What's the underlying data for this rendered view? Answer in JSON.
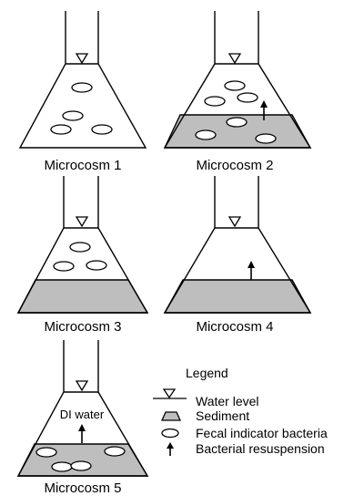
{
  "colors": {
    "line": "#000000",
    "sediment": "#bebebe",
    "background": "#ffffff"
  },
  "microcosms": [
    {
      "caption": "Microcosm 1",
      "sediment": false,
      "bacteria": "water",
      "resuspension": false,
      "inner_label": ""
    },
    {
      "caption": "Microcosm 2",
      "sediment": true,
      "bacteria": "water-and-sediment",
      "resuspension": true,
      "inner_label": ""
    },
    {
      "caption": "Microcosm 3",
      "sediment": true,
      "bacteria": "water",
      "resuspension": false,
      "inner_label": ""
    },
    {
      "caption": "Microcosm 4",
      "sediment": true,
      "bacteria": "none",
      "resuspension": true,
      "inner_label": ""
    },
    {
      "caption": "Microcosm 5",
      "sediment": true,
      "bacteria": "sediment",
      "resuspension": true,
      "inner_label": "DI water"
    }
  ],
  "legend": {
    "title": "Legend",
    "items": [
      {
        "icon": "water-level-icon",
        "label": "Water level"
      },
      {
        "icon": "sediment-icon",
        "label": "Sediment"
      },
      {
        "icon": "bacteria-icon",
        "label": "Fecal indicator bacteria"
      },
      {
        "icon": "arrow-up-icon",
        "label": "Bacterial resuspension"
      }
    ]
  }
}
